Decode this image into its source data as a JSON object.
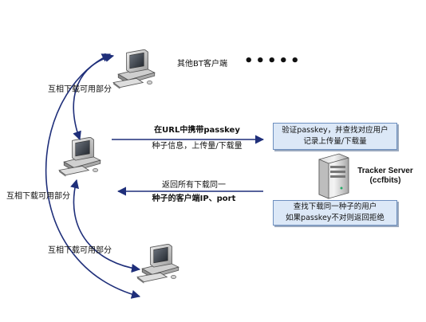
{
  "labels": {
    "other_clients": "其他BT客户端",
    "mutual_top": "互相下载可用部分",
    "mutual_left": "互相下载可用部分",
    "mutual_bottom": "互相下载可用部分",
    "request_line1": "在URL中携带passkey",
    "request_line2": "种子信息，上传量/下载量",
    "response_line1": "返回所有下载同一",
    "response_line2": "种子的客户端IP、port",
    "dots": "•••••"
  },
  "server": {
    "name_line1": "Tracker Server",
    "name_line2": "(ccfbits)"
  },
  "boxes": {
    "verify_line1": "验证passkey，并查找对应用户",
    "verify_line2": "记录上传量/下载量",
    "lookup_line1": "查找下载同一种子的用户",
    "lookup_line2": "如果passkey不对则返回拒绝"
  },
  "colors": {
    "arrow": "#1f2f7a",
    "box_fill": "#dce8f7",
    "box_border": "#6d8fbf"
  },
  "icons": [
    "computer-icon",
    "server-icon"
  ]
}
